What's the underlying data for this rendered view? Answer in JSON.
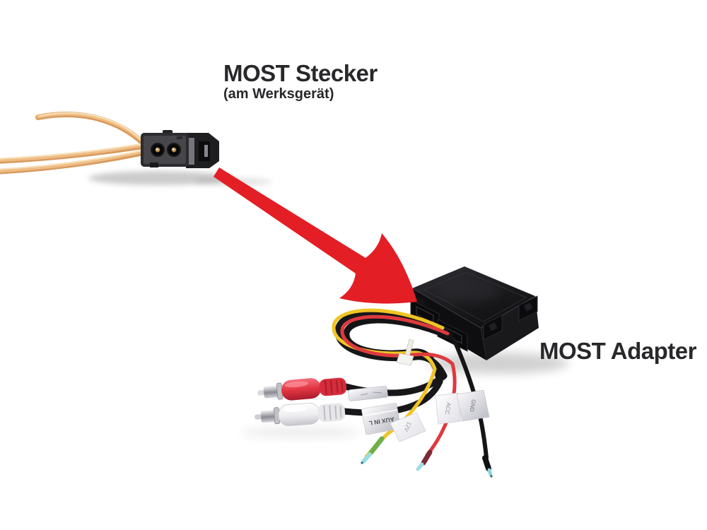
{
  "illustration": {
    "background": "#ffffff",
    "stecker": {
      "title": "MOST Stecker",
      "subtitle": "(am Werksgerät)"
    },
    "adapter": {
      "title": "MOST Adapter"
    },
    "wire_tags": {
      "aux_in_l": "AUX IN L",
      "power_12v": "12V",
      "acc": "ACC",
      "gnd": "GND"
    },
    "colors": {
      "arrow": "#e31e25",
      "fiber": "#d89a5d",
      "fiber_highlight": "#f8e0b8",
      "wire_yellow": "#f0c424",
      "wire_red": "#de3a3e",
      "wire_black": "#17171a",
      "rca_red": "#e23543",
      "rca_white": "#f3f3f4",
      "box": "#1b1b1e",
      "text": "#28282b"
    }
  }
}
